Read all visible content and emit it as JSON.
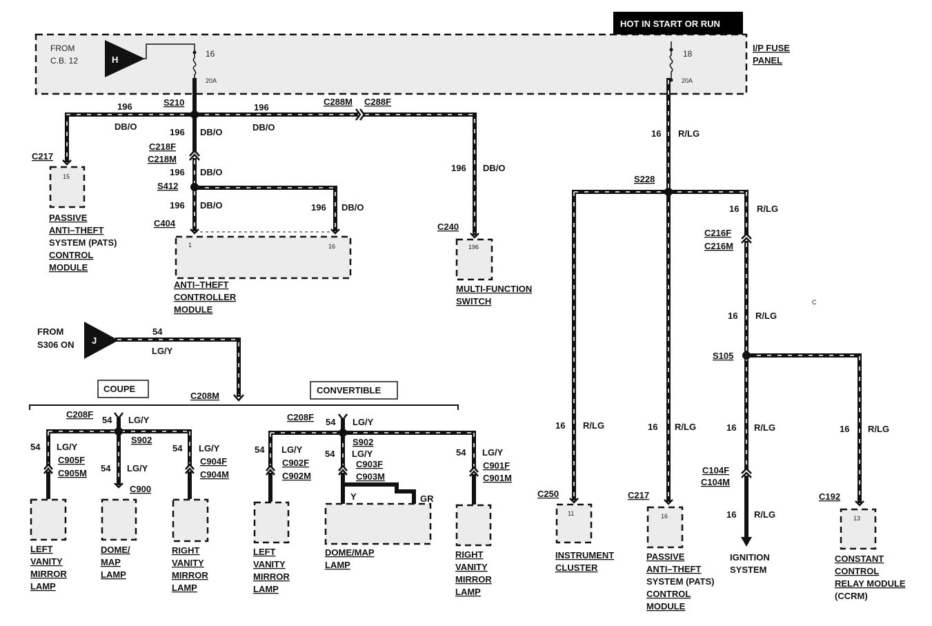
{
  "header": {
    "hot_label": "HOT IN START OR RUN"
  },
  "fuse_panel": {
    "label_line1": "I/P FUSE",
    "label_line2": "PANEL",
    "from_line1": "FROM",
    "from_line2": "C.B. 12",
    "from_marker": "H",
    "fuse_a_wire": "16",
    "fuse_a_amp": "20A",
    "fuse_b_wire": "18",
    "fuse_b_amp": "20A"
  },
  "left_top": {
    "s210": "S210",
    "w196_a": "196",
    "w196_b": "196",
    "dbo_a": "DB/O",
    "dbo_b": "DB/O",
    "c288m": "C288M",
    "c288f": "C288F",
    "c217": "C217",
    "pin15": "15",
    "pats_1": "PASSIVE",
    "pats_2": "ANTI–THEFT",
    "pats_3": "SYSTEM (PATS)",
    "pats_4": "CONTROL",
    "pats_5": "MODULE",
    "w196_c": "196",
    "dbo_c": "DB/O",
    "c218f": "C218F",
    "c218m": "C218M",
    "w196_d": "196",
    "dbo_d": "DB/O",
    "s412": "S412",
    "w196_e": "196",
    "dbo_e": "DB/O",
    "w196_f": "196",
    "dbo_f": "DB/O",
    "c404": "C404",
    "pin1": "1",
    "pin16": "16",
    "atc_1": "ANTI–THEFT",
    "atc_2": "CONTROLLER",
    "atc_3": "MODULE",
    "w196_g": "196",
    "dbo_g": "DB/O",
    "c240": "C240",
    "pin196": "196",
    "mfs_1": "MULTI-FUNCTION",
    "mfs_2": "SWITCH"
  },
  "lamps": {
    "from_1": "FROM",
    "from_2": "S306 ON",
    "from_marker": "J",
    "w54_top": "54",
    "lgy_top": "LG/Y",
    "c208m": "C208M",
    "coupe": "COUPE",
    "convertible": "CONVERTIBLE",
    "coupe_c208f": "C208F",
    "coupe_w54": "54",
    "coupe_lgy": "LG/Y",
    "coupe_s902": "S902",
    "conv_c208f": "C208F",
    "conv_w54": "54",
    "conv_lgy": "LG/Y",
    "conv_s902": "S902",
    "l1_w": "54",
    "l1_c": "LG/Y",
    "l1_f": "C905F",
    "l1_m": "C905M",
    "l2_w": "54",
    "l2_c": "LG/Y",
    "l2_conn": "C900",
    "l3_w": "54",
    "l3_c": "LG/Y",
    "l3_f": "C904F",
    "l3_m": "C904M",
    "l4_w": "54",
    "l4_c": "LG/Y",
    "l4_f": "C902F",
    "l4_m": "C902M",
    "l5_w": "54",
    "l5_c": "LG/Y",
    "l5_f": "C903F",
    "l5_m": "C903M",
    "l5_y": "Y",
    "l5_gr": "GR",
    "l6_w": "54",
    "l6_c": "LG/Y",
    "l6_f": "C901F",
    "l6_m": "C901M",
    "left_vanity_1": "LEFT",
    "left_vanity_2": "VANITY",
    "left_vanity_3": "MIRROR",
    "left_vanity_4": "LAMP",
    "dome_1": "DOME/",
    "dome_2": "MAP",
    "dome_3": "LAMP",
    "right_vanity_1": "RIGHT",
    "right_vanity_2": "VANITY",
    "right_vanity_3": "MIRROR",
    "right_vanity_4": "LAMP",
    "left_vanity2_1": "LEFT",
    "left_vanity2_2": "VANITY",
    "left_vanity2_3": "MIRROR",
    "left_vanity2_4": "LAMP",
    "domemap_1": "DOME/MAP",
    "domemap_2": "LAMP",
    "right_vanity2_1": "RIGHT",
    "right_vanity2_2": "VANITY",
    "right_vanity2_3": "MIRROR",
    "right_vanity2_4": "LAMP"
  },
  "right_side": {
    "w16_main": "16",
    "rlg_main": "R/LG",
    "s228": "S228",
    "w16_a": "16",
    "rlg_a": "R/LG",
    "c216f": "C216F",
    "c216m": "C216M",
    "w16_b": "16",
    "rlg_b": "R/LG",
    "s105": "S105",
    "ic_w": "16",
    "ic_c": "R/LG",
    "c250": "C250",
    "ic_pin": "11",
    "ic_1": "INSTRUMENT",
    "ic_2": "CLUSTER",
    "pats_w": "16",
    "pats_c": "R/LG",
    "c217": "C217",
    "pats_pin": "16",
    "pats_1": "PASSIVE",
    "pats_2": "ANTI–THEFT",
    "pats_3": "SYSTEM (PATS)",
    "pats_4": "CONTROL",
    "pats_5": "MODULE",
    "ign_w": "16",
    "ign_c": "R/LG",
    "c104f": "C104F",
    "c104m": "C104M",
    "ign_w2": "16",
    "ign_c2": "R/LG",
    "ign_1": "IGNITION",
    "ign_2": "SYSTEM",
    "ccrm_w": "16",
    "ccrm_c": "R/LG",
    "c192": "C192",
    "ccrm_pin": "13",
    "ccrm_1": "CONSTANT",
    "ccrm_2": "CONTROL",
    "ccrm_3": "RELAY MODULE",
    "ccrm_4": "(CCRM)",
    "stray": "C"
  }
}
